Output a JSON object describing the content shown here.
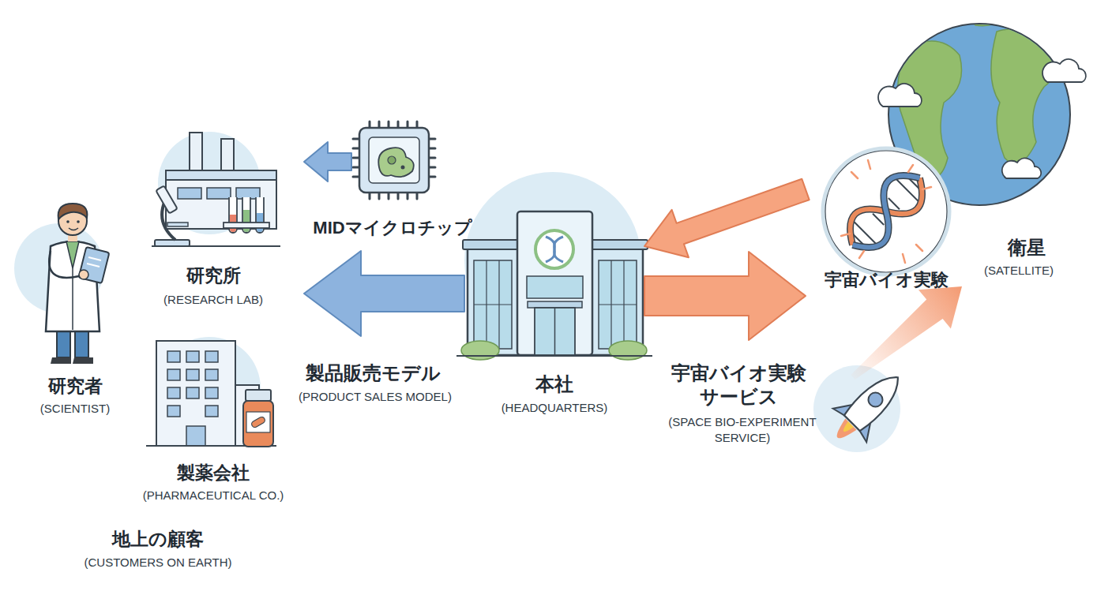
{
  "diagram": {
    "nodes": [
      {
        "text": [
          "研究者",
          "(SCIENTIST)"
        ]
      },
      {
        "text": [
          "研究所",
          "(RESEARCH LAB)"
        ]
      },
      {
        "text": [
          "製薬会社",
          "(PHARMACEUTICAL CO.)"
        ]
      },
      {
        "text": [
          "MIDマイクロチップ"
        ]
      },
      {
        "text": [
          "本社",
          "(HEADQUARTERS)"
        ]
      },
      {
        "text": [
          "宇宙バイオ実験"
        ]
      },
      {
        "text": [
          "衛星",
          "(SATELLITE)"
        ]
      }
    ],
    "edges": [
      {
        "from": 3,
        "to": 1,
        "arrow": "to"
      },
      {
        "from": 4,
        "to": 1,
        "arrow": "to"
      },
      {
        "from": 4,
        "to": 5,
        "arrow": "to"
      },
      {
        "from": 5,
        "to": 4,
        "arrow": "to"
      }
    ],
    "labels": [
      "地上の顧客",
      "(CUSTOMERS ON EARTH)",
      "製品販売モデル",
      "(PRODUCT SALES MODEL)",
      "宇宙バイオ実験 サービス",
      "(SPACE BIO-EXPERIMENT SERVICE)"
    ]
  }
}
